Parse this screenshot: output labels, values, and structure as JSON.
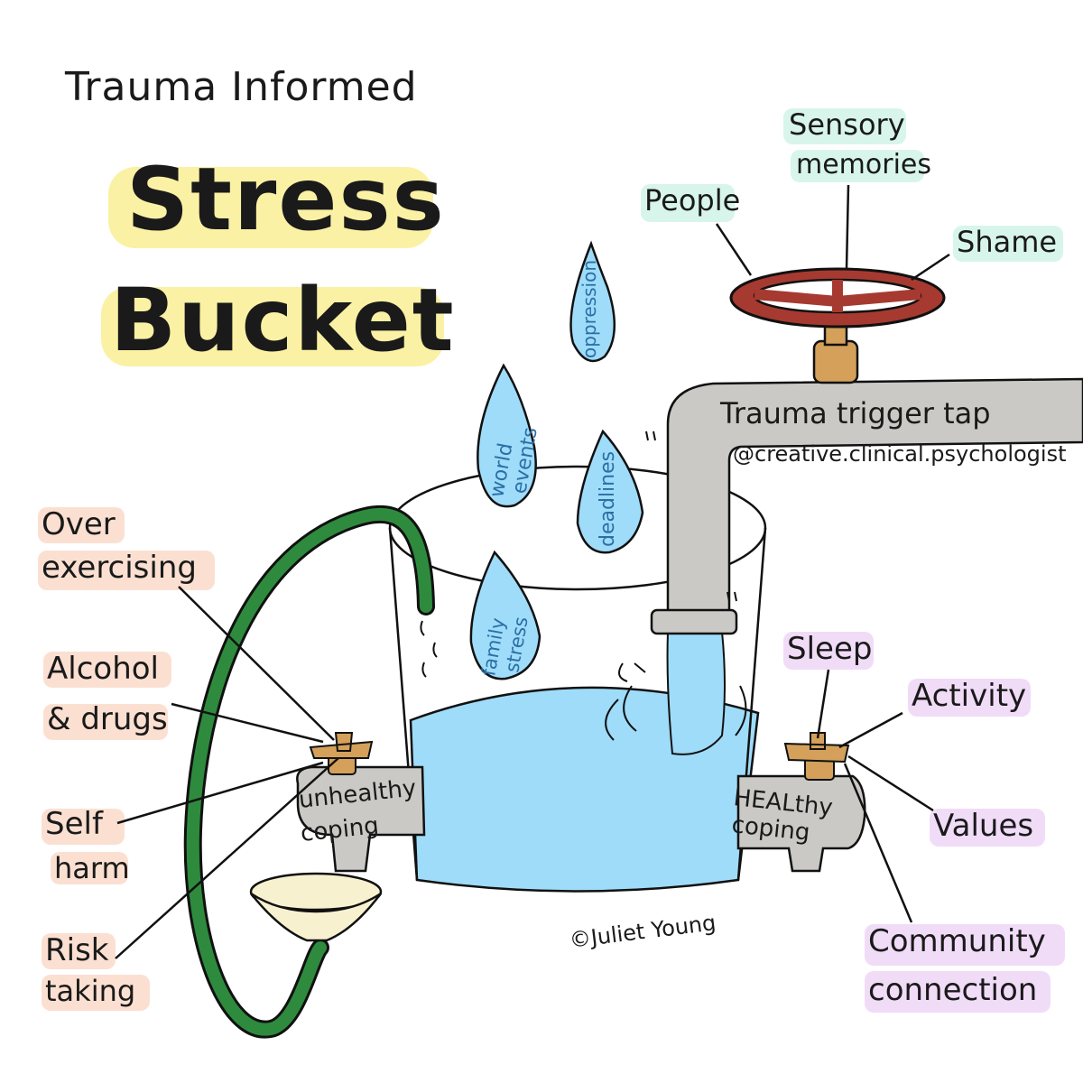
{
  "title": {
    "line1": "Trauma Informed",
    "line2": "Stress",
    "line3": "Bucket"
  },
  "tap": {
    "label": "Trauma trigger tap",
    "handle": "@creative.clinical.psychologist",
    "valve_labels": {
      "sensory_line1": "Sensory",
      "sensory_line2": "memories",
      "people": "People",
      "shame": "Shame"
    }
  },
  "drops": {
    "oppression": "oppression",
    "world_line1": "world",
    "world_line2": "events",
    "deadlines": "deadlines",
    "family_line1": "family",
    "family_line2": "stress"
  },
  "unhealthy": {
    "tap_line1": "unhealthy",
    "tap_line2": "coping",
    "items": {
      "over_line1": "Over",
      "over_line2": "exercising",
      "alcohol_line1": "Alcohol",
      "alcohol_line2": "& drugs",
      "self_line1": "Self",
      "self_line2": "harm",
      "risk_line1": "Risk",
      "risk_line2": "taking"
    }
  },
  "healthy": {
    "tap_line1": "HEALthy",
    "tap_line2": "coping",
    "items": {
      "sleep": "Sleep",
      "activity": "Activity",
      "values": "Values",
      "community_line1": "Community",
      "community_line2": "connection"
    }
  },
  "copyright": "©Juliet Young",
  "colors": {
    "water": "#9fdcf9",
    "water_dark": "#4aa5d6",
    "pipe": "#cbc9c5",
    "wheel": "#a63a30",
    "brass": "#d4a05a",
    "hose": "#2e8b3e",
    "funnel": "#f8f1d0",
    "hl_yellow": "#fbf1a4",
    "hl_mint": "#d8f5ec",
    "hl_peach": "#fbe0d2",
    "hl_lilac": "#f1dcf8"
  }
}
